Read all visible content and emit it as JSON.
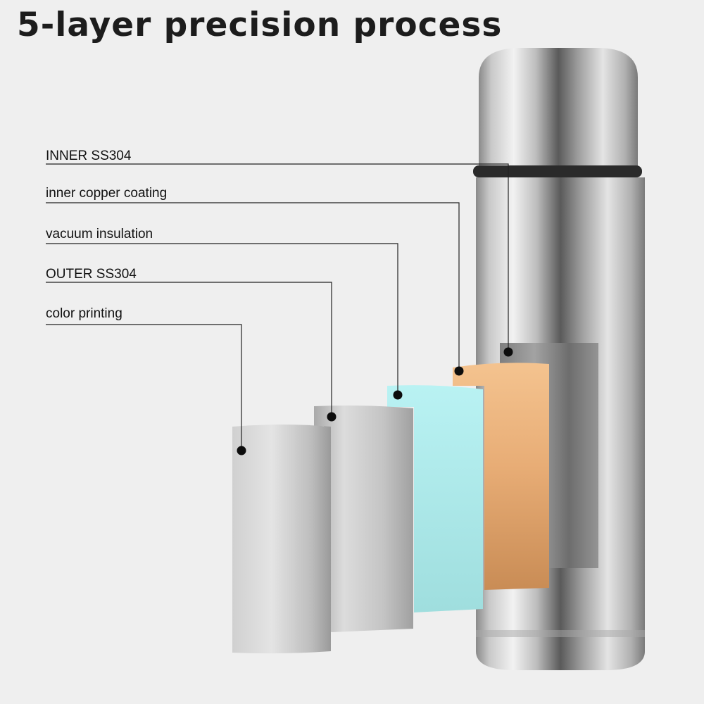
{
  "title": "5-layer precision process",
  "layers": [
    {
      "label": "INNER SS304",
      "color": "#8c8c8c"
    },
    {
      "label": "inner copper coating",
      "color": "#e8b07c"
    },
    {
      "label": "vacuum insulation",
      "color": "#a9e9ea"
    },
    {
      "label": "OUTER SS304",
      "color": "#c8c8c8"
    },
    {
      "label": "color printing",
      "color": "#bdbdbd"
    }
  ]
}
